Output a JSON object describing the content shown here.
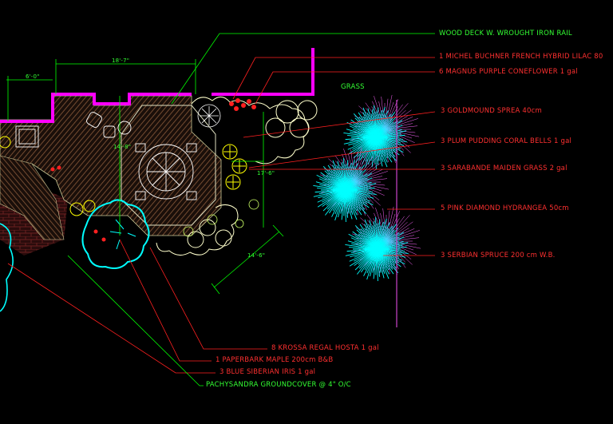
{
  "drawing": {
    "background": "#000000",
    "colors": {
      "deck_outline": "#ff00ff",
      "leader_green": "#00ff00",
      "leader_red": "#ff2020",
      "note_green": "#33ff33",
      "note_red": "#ff3030",
      "dimension": "#00ff00",
      "cyan_plant": "#00ffff",
      "yellow_plant": "#ffff00",
      "white_plant": "#ffffff",
      "shrub_outline": "#ffffcc",
      "magenta_line": "#cc44cc",
      "deck_hatch": "#8a5a3a"
    },
    "area_label": "GRASS",
    "dimensions": {
      "top_width": "18'-7\"",
      "left_width": "6'-0\"",
      "deck_height": "14'-8\"",
      "right_offset": "17'-6\"",
      "bottom_run": "14'-6\""
    },
    "notes_right": [
      {
        "text": "WOOD DECK W. WROUGHT IRON RAIL",
        "color": "green"
      },
      {
        "text": "1 MICHEL BUCHNER FRENCH HYBRID LILAC 80",
        "color": "red"
      },
      {
        "text": "6 MAGNUS PURPLE CONEFLOWER 1 gal",
        "color": "red"
      },
      {
        "text": "3 GOLDMOUND SPREA 40cm",
        "color": "red"
      },
      {
        "text": "3 PLUM PUDDING CORAL BELLS 1 gal",
        "color": "red"
      },
      {
        "text": "3 SARABANDE MAIDEN GRASS 2 gal",
        "color": "red"
      },
      {
        "text": "5 PINK DIAMOND HYDRANGEA 50cm",
        "color": "red"
      },
      {
        "text": "3 SERBIAN SPRUCE 200 cm  W.B.",
        "color": "red"
      }
    ],
    "notes_bottom": [
      {
        "text": "8 KROSSA REGAL HOSTA 1 gal",
        "color": "red"
      },
      {
        "text": "1 PAPERBARK MAPLE 200cm B&B",
        "color": "red"
      },
      {
        "text": "3 BLUE SIBERIAN IRIS 1 gal",
        "color": "red"
      },
      {
        "text": "PACHYSANDRA GROUNDCOVER @ 4\" O/C",
        "color": "green"
      }
    ],
    "symbols": [
      {
        "name": "patio-umbrella-symbol"
      },
      {
        "name": "paperbark-maple-symbol"
      },
      {
        "name": "serbian-spruce-symbol"
      },
      {
        "name": "lilac-symbol"
      },
      {
        "name": "goldmound-spirea-symbol"
      },
      {
        "name": "hosta-symbol"
      }
    ]
  }
}
